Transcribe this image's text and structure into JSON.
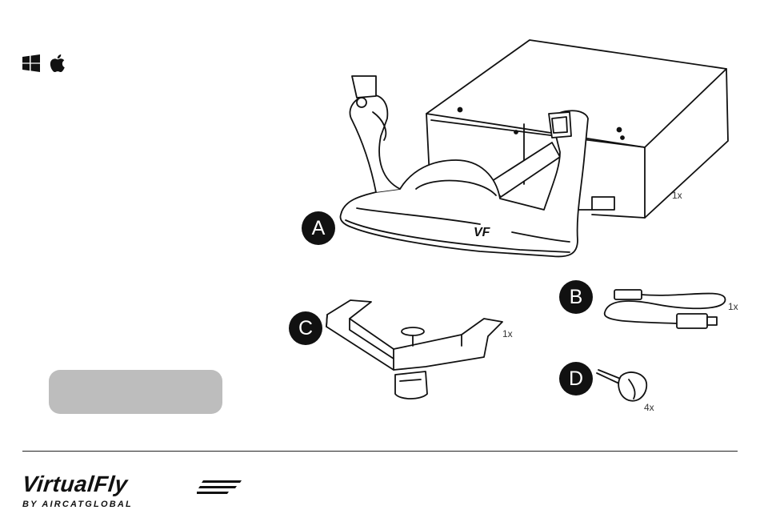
{
  "os_icons": [
    "windows-icon",
    "apple-icon"
  ],
  "parts": {
    "a": {
      "badge": "A",
      "qty": "1x"
    },
    "b": {
      "badge": "B",
      "qty": "1x"
    },
    "c": {
      "badge": "C",
      "qty": "1x"
    },
    "d": {
      "badge": "D",
      "qty": "4x"
    }
  },
  "yoke_mark": "VF",
  "brand": {
    "name": "VirtualFly",
    "tagline": "BY AIRCATGLOBAL"
  }
}
